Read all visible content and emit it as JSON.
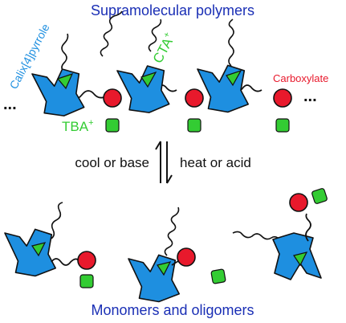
{
  "title_top": "Supramolecular polymers",
  "title_bottom": "Monomers and oligomers",
  "labels": {
    "calixpyrrole": "Calix[4]pyrrole",
    "cta": "CTA",
    "cta_sup": "+",
    "carboxylate": "Carboxylate",
    "tba": "TBA",
    "tba_sup": "+",
    "ellipsis_left": "...",
    "ellipsis_right": "..."
  },
  "arrows": {
    "forward_label": "cool or base",
    "reverse_label": "heat or acid"
  },
  "colors": {
    "title": "#1a2fb5",
    "calix_fill": "#1e8fe0",
    "calix_label": "#1e8fe0",
    "cta_fill": "#33cc33",
    "tba_fill": "#33cc33",
    "carboxylate_fill": "#e8192c",
    "carboxylate_label": "#e8192c",
    "line": "#111111"
  }
}
